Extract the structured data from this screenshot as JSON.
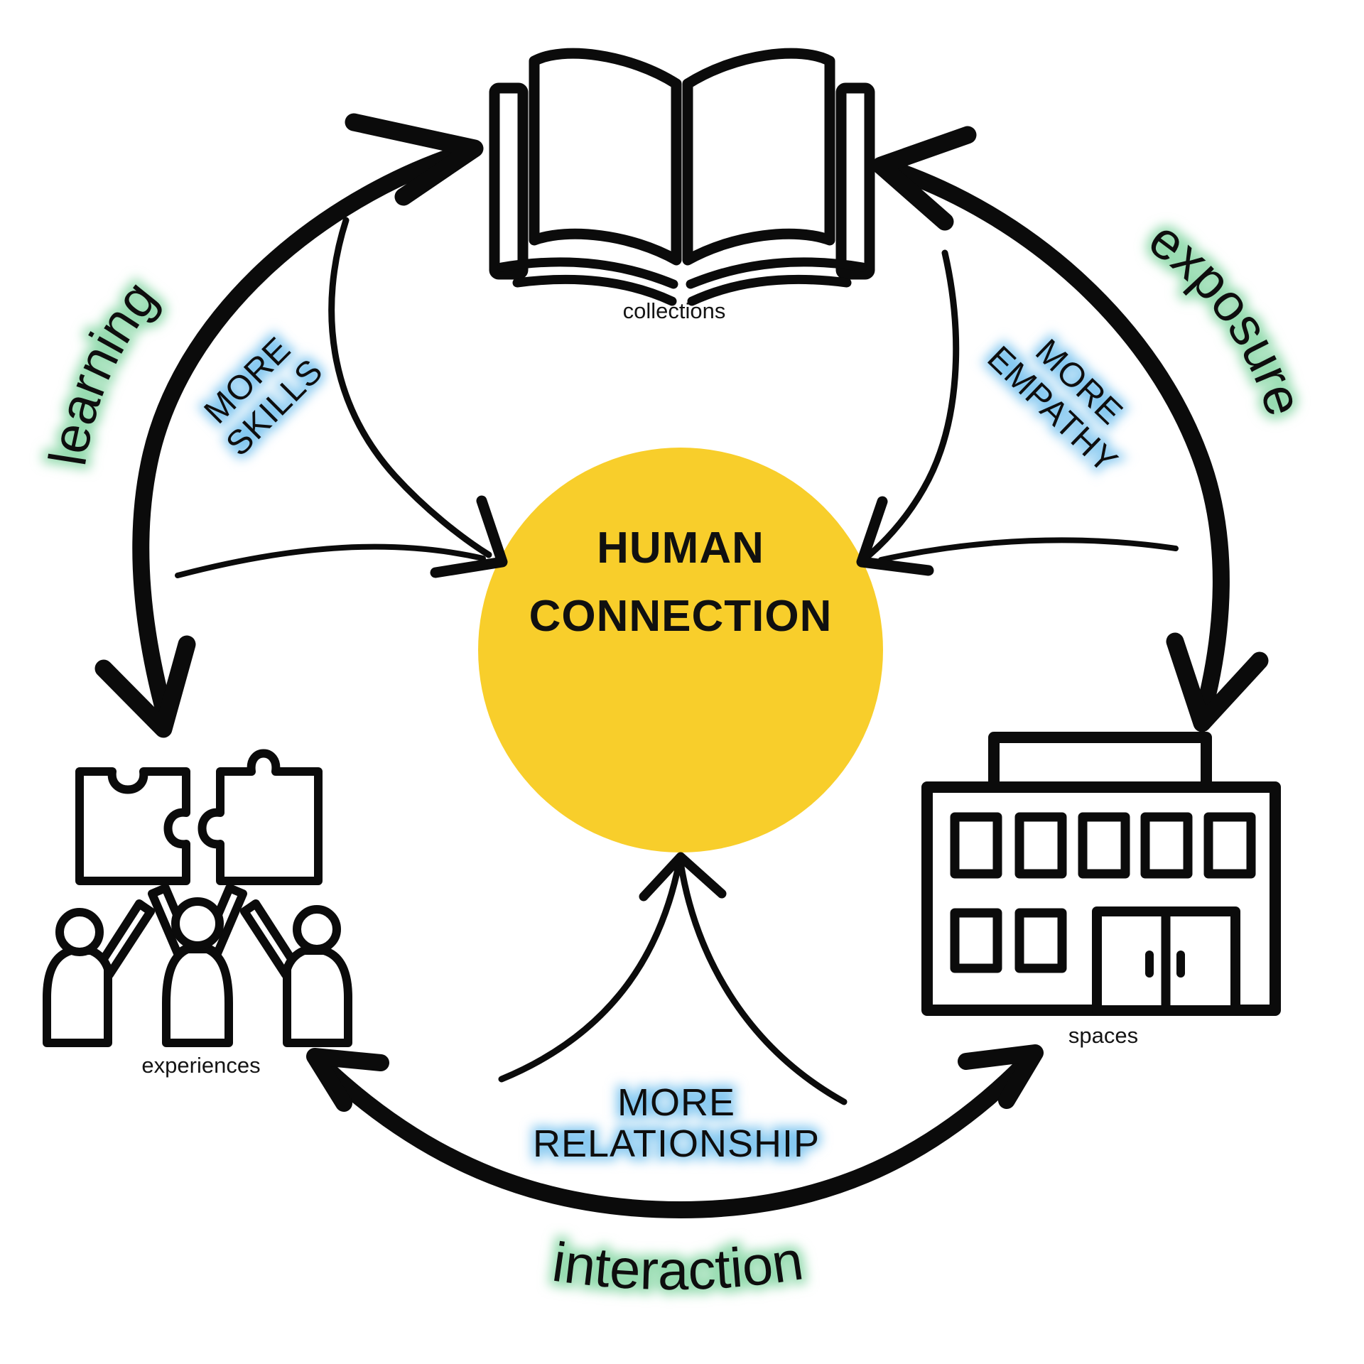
{
  "title": {
    "line1": "HUMAN",
    "line2": "CONNECTION"
  },
  "nodes": {
    "collections": {
      "label": "collections"
    },
    "experiences": {
      "label": "experiences"
    },
    "spaces": {
      "label": "spaces"
    }
  },
  "flows": {
    "learning": {
      "label": "learning"
    },
    "exposure": {
      "label": "exposure"
    },
    "interaction": {
      "label": "interaction"
    }
  },
  "outcomes": {
    "skills": {
      "line1": "MORE",
      "line2": "SKILLS"
    },
    "empathy": {
      "line1": "MORE",
      "line2": "EMPATHY"
    },
    "relationship": {
      "line1": "MORE",
      "line2": "RELATIONSHIP"
    }
  },
  "colors": {
    "accent_yellow": "#F8CE2B",
    "ink": "#0b0b0b",
    "glow_green": "#96dcb0",
    "glow_blue": "#84c8f0"
  }
}
